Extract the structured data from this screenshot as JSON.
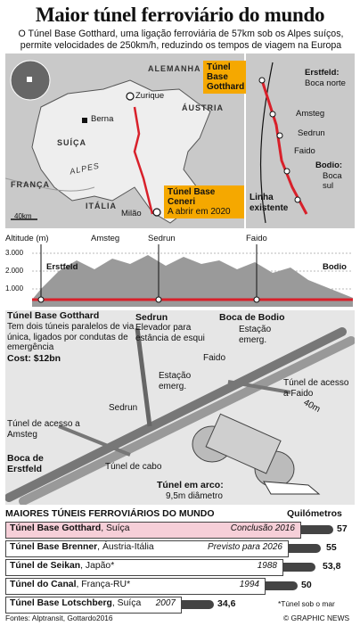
{
  "title": "Maior túnel ferroviário do mundo",
  "intro": "O Túnel Base Gotthard, uma ligação ferroviária de 57km sob os Alpes suíços, permite velocidades de 250km/h, reduzindo os tempos de viagem na Europa",
  "map": {
    "labels": {
      "alemanha": "ALEMANHA",
      "austria": "ÁUSTRIA",
      "suica": "SUÍÇA",
      "alpes": "ALPES",
      "franca": "FRANÇA",
      "italia": "ITÁLIA",
      "zurique": "Zurique",
      "berna": "Berna",
      "milao": "Milão",
      "scale": "40km"
    },
    "gotthard_box": "Túnel Base Gotthard",
    "ceneri_box_name": "Túnel Base Ceneri",
    "ceneri_box_date": "A abrir em 2020"
  },
  "inset": {
    "erstfeld": "Erstfeld:",
    "boca_norte": "Boca norte",
    "amsteg": "Amsteg",
    "sedrun": "Sedrun",
    "faido": "Faido",
    "bodio": "Bodio:",
    "boca_sul": "Boca sul",
    "linha_existente": "Linha existente"
  },
  "profile": {
    "altitude_label": "Altitude (m)",
    "ticks": [
      "3.000",
      "2.000",
      "1.000"
    ],
    "top_labels": [
      "Amsteg",
      "Sedrun",
      "Faido"
    ],
    "erstfeld": "Erstfeld",
    "bodio": "Bodio"
  },
  "diagram": {
    "heading": "Túnel Base Gotthard",
    "desc": "Tem dois túneis paralelos de via única, ligados por condutas de emergência",
    "cost": "Cost: $12bn",
    "sedrun_title": "Sedrun",
    "sedrun_desc": "Elevador para estância de esqui",
    "bodio_title": "Boca de Bodio",
    "estacao1": "Estação emerg.",
    "faido": "Faido",
    "estacao2": "Estação emerg.",
    "acesso_faido": "Túnel de acesso a Faido",
    "sedrun_small": "Sedrun",
    "acesso_amsteg": "Túnel de acesso a Amsteg",
    "boca_erstfeld": "Boca de Erstfeld",
    "tunel_cabo": "Túnel de cabo",
    "arco_title": "Túnel em arco:",
    "arco_diam": "9,5m diâmetro",
    "dim": "40m"
  },
  "ranking": {
    "heading": "MAIORES TÚNEIS FERROVIÁRIOS DO MUNDO",
    "unit": "Quilómetros",
    "rows": [
      {
        "name": "Túnel Base Gotthard",
        "country": ", Suíça",
        "year": "Conclusão 2016",
        "km": "57"
      },
      {
        "name": "Túnel Base Brenner",
        "country": ", Áustria-Itália",
        "year": "Previsto para 2026",
        "km": "55"
      },
      {
        "name": "Túnel de Seikan",
        "country": ", Japão*",
        "year": "1988",
        "km": "53,8"
      },
      {
        "name": "Túnel do Canal",
        "country": ", França-RU*",
        "year": "1994",
        "km": "50"
      },
      {
        "name": "Túnel Base Lotschberg",
        "country": ", Suíça",
        "year": "2007",
        "km": "34,6"
      }
    ],
    "footnote": "*Túnel sob o mar"
  },
  "footer": {
    "sources": "Fontes: Alptransit, Gottardo2016",
    "credit": "© GRAPHIC NEWS"
  },
  "colors": {
    "accent": "#d8202a",
    "box": "#f5a800",
    "land": "#c9c9c9",
    "sea_row": "#f6cfd8"
  }
}
